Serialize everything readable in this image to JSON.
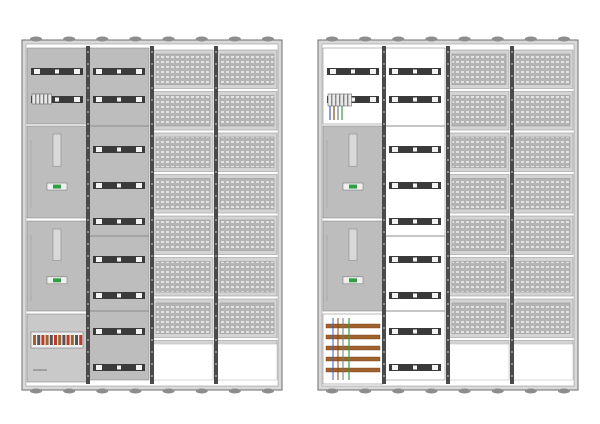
{
  "drawing": {
    "background": "#ffffff",
    "colors": {
      "frame": "#6e6e6e",
      "frame_light": "#d9d9d9",
      "panel_grey": "#bdbdbd",
      "panel_grey_light": "#c9c9c9",
      "white_area": "#ffffff",
      "rail_dark": "#3a3a3a",
      "rail_white": "#f2f2f2",
      "perforation": "#8a8a8a",
      "busbar_copper": "#a0622c",
      "wire_blue": "#3b5bdb",
      "wire_green": "#2f9e44",
      "wire_brown": "#8b4513",
      "wire_grey": "#777777",
      "terminal_red": "#c0392b"
    },
    "cabinets": [
      {
        "name": "cabinet-left",
        "columns": [
          {
            "name": "column-1",
            "kind": "metering-and-distribution"
          },
          {
            "name": "column-2",
            "kind": "distribution-with-dinrails"
          },
          {
            "name": "column-3",
            "kind": "perforated-mounting-plates"
          },
          {
            "name": "column-4",
            "kind": "perforated-mounting-plates"
          }
        ]
      },
      {
        "name": "cabinet-right",
        "columns": [
          {
            "name": "column-1",
            "kind": "metering-and-busbars"
          },
          {
            "name": "column-2",
            "kind": "open-dinrails"
          },
          {
            "name": "column-3",
            "kind": "perforated-mounting-plates"
          },
          {
            "name": "column-4",
            "kind": "perforated-mounting-plates"
          }
        ]
      }
    ]
  }
}
